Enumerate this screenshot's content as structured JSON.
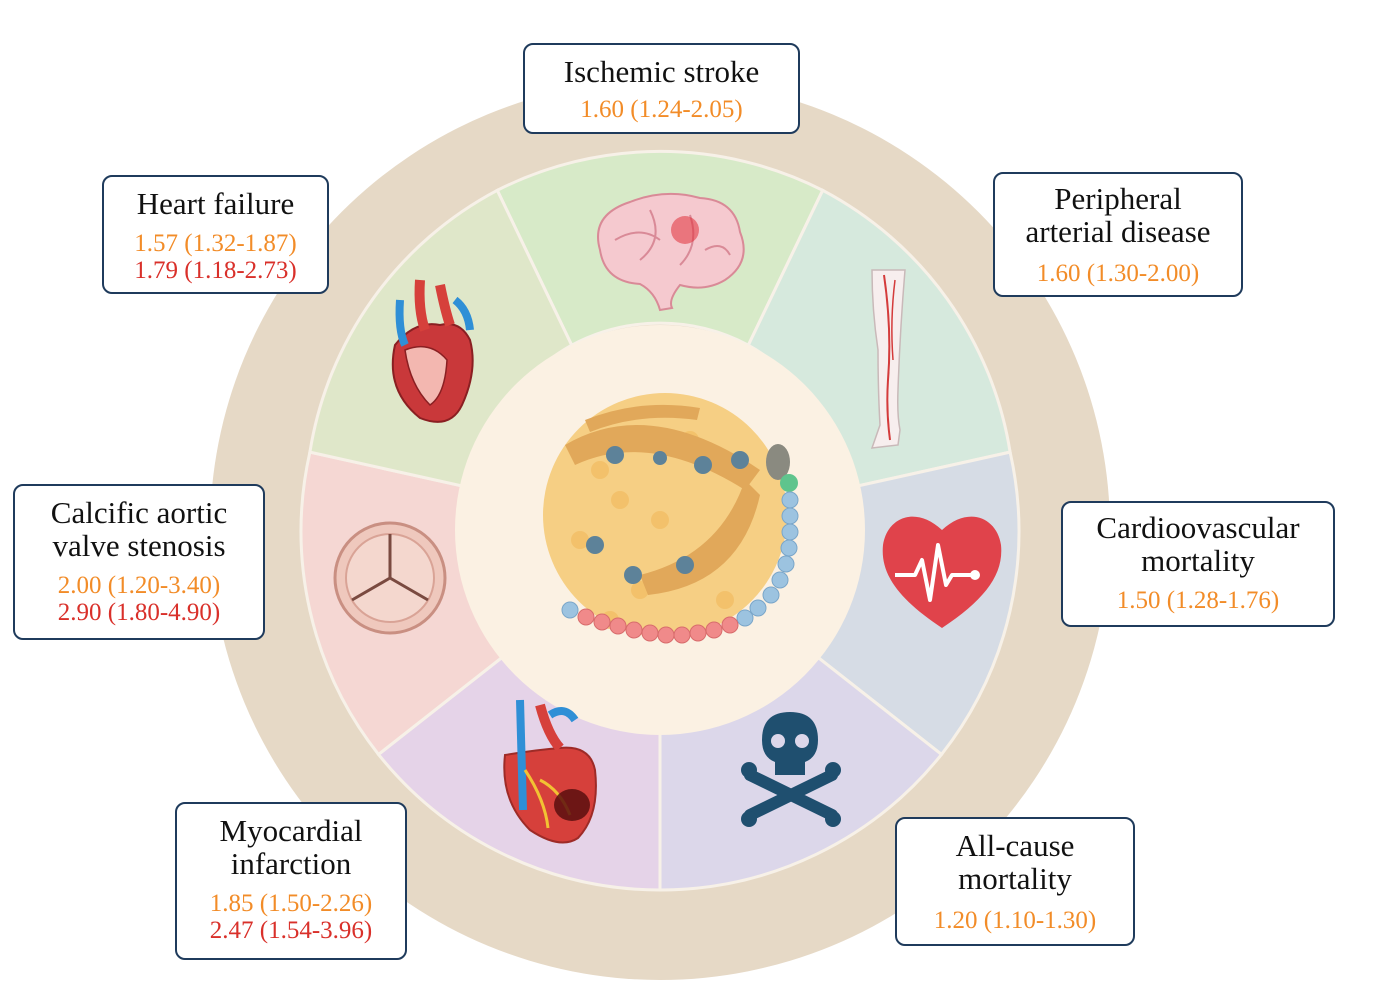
{
  "colors": {
    "outer_ring": "#e6d9c6",
    "inner_circle": "#fbf1e3",
    "box_border": "#1f3b5c",
    "value_orange": "#f28c28",
    "value_red": "#d9302a",
    "sectors": {
      "ischemic_stroke": "#d7eac8",
      "peripheral_arterial_disease": "#d6e9dd",
      "cardiovascular_mortality": "#d6dce5",
      "all_cause_mortality": "#dcd7ea",
      "myocardial_infarction": "#e5d3e8",
      "calcific_aortic_valve_stenosis": "#f5d7d3",
      "heart_failure": "#dfe7c9"
    }
  },
  "outcomes": {
    "ischemic_stroke": {
      "title": "Ischemic stroke",
      "values": [
        "1.60 (1.24-2.05)"
      ],
      "icon": "brain-icon"
    },
    "peripheral_arterial_disease": {
      "title": "Peripheral\narterial disease",
      "values": [
        "1.60 (1.30-2.00)"
      ],
      "icon": "leg-arteries-icon"
    },
    "cardiovascular_mortality": {
      "title": "Cardioovascular\nmortality",
      "values": [
        "1.50 (1.28-1.76)"
      ],
      "icon": "heart-ecg-icon"
    },
    "all_cause_mortality": {
      "title": "All-cause\nmortality",
      "values": [
        "1.20 (1.10-1.30)"
      ],
      "icon": "skull-crossbones-icon"
    },
    "myocardial_infarction": {
      "title": "Myocardial\ninfarction",
      "values": [
        "1.85 (1.50-2.26)",
        "2.47 (1.54-3.96)"
      ],
      "icon": "infarcted-heart-icon"
    },
    "calcific_aortic_valve_stenosis": {
      "title": "Calcific aortic\nvalve stenosis",
      "values": [
        "2.00 (1.20-3.40)",
        "2.90 (1.80-4.90)"
      ],
      "icon": "aortic-valve-icon"
    },
    "heart_failure": {
      "title": "Heart failure",
      "values": [
        "1.57 (1.32-1.87)",
        "1.79 (1.18-2.73)"
      ],
      "icon": "heart-cross-section-icon"
    }
  },
  "center": {
    "icon": "lipoprotein-a-particle-icon"
  }
}
